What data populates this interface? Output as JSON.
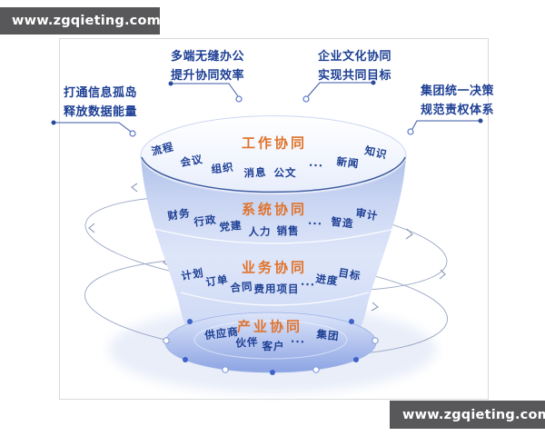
{
  "watermark": {
    "text": "www.zgqieting.com"
  },
  "annotations": {
    "top_left": {
      "line1": "多端无缝办公",
      "line2": "提升协同效率"
    },
    "top_right": {
      "line1": "企业文化协同",
      "line2": "实现共同目标"
    },
    "left": {
      "line1": "打通信息孤岛",
      "line2": "释放数据能量"
    },
    "right": {
      "line1": "集团统一决策",
      "line2": "规范责权体系"
    }
  },
  "funnel": {
    "layers": [
      {
        "title": "工作协同",
        "items": [
          "流程",
          "会议",
          "组织",
          "消息",
          "公文",
          "···",
          "新闻",
          "知识"
        ]
      },
      {
        "title": "系统协同",
        "items": [
          "财务",
          "行政",
          "党建",
          "人力",
          "销售",
          "···",
          "智造",
          "审计"
        ]
      },
      {
        "title": "业务协同",
        "items": [
          "计划",
          "订单",
          "合同",
          "费用",
          "项目",
          "···",
          "进度",
          "目标"
        ]
      },
      {
        "title": "产业协同",
        "items": [
          "供应商",
          "伙伴",
          "客户",
          "···",
          "集团"
        ]
      }
    ]
  },
  "colors": {
    "title_orange": "#e0732c",
    "item_blue": "#1d3f94",
    "watermark_bg": "#58585a",
    "leader_line": "#3a57a5",
    "funnel_rim": "#2e4d97"
  }
}
